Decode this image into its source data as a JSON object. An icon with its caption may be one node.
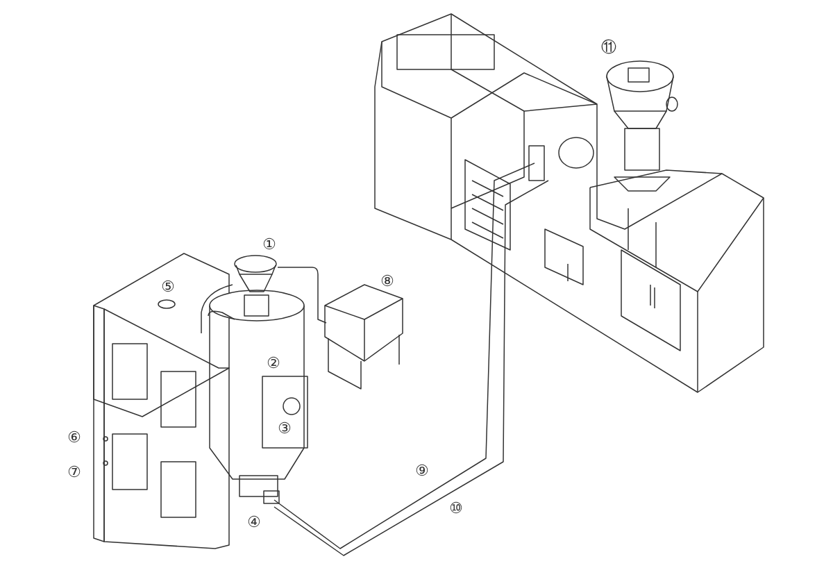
{
  "diagram": {
    "labels": [
      "⑪",
      "①",
      "⑧",
      "⑤",
      "②",
      "③",
      "⑥",
      "⑨",
      "⑦",
      "④",
      "⑩"
    ]
  }
}
